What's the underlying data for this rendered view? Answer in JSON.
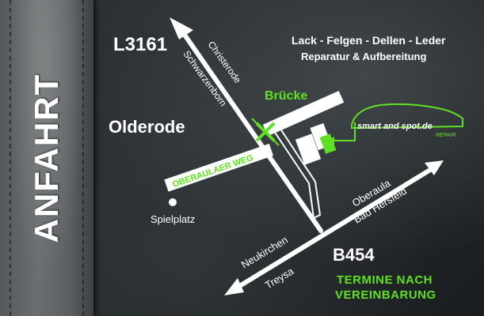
{
  "side_label": "ANFAHRT",
  "roads": {
    "l3161": "L3161",
    "b454": "B454",
    "christerode_road": "Christerode",
    "schwarzenborn_road": "Schwarzenborn",
    "neukirchen": "Neukirchen",
    "treysa": "Treysa",
    "oberaula": "Oberaula",
    "bad_hersfeld": "Bad Hersfeld",
    "oberaulaer_weg": "OBERAULAER WEG"
  },
  "places": {
    "olderode": "Olderode",
    "spielplatz": "Spielplatz",
    "bruecke": "Brücke"
  },
  "services": {
    "line1": "Lack - Felgen - Dellen - Leder",
    "line2": "Reparatur & Aufbereitung"
  },
  "logo": {
    "name": "smart and spot.de",
    "sub": "REPAIR"
  },
  "appointment": {
    "line1": "TERMINE NACH",
    "line2": "VEREINBARUNG"
  },
  "colors": {
    "accent_green": "#5fe022",
    "road_white": "#ffffff",
    "background": "#24282b"
  }
}
